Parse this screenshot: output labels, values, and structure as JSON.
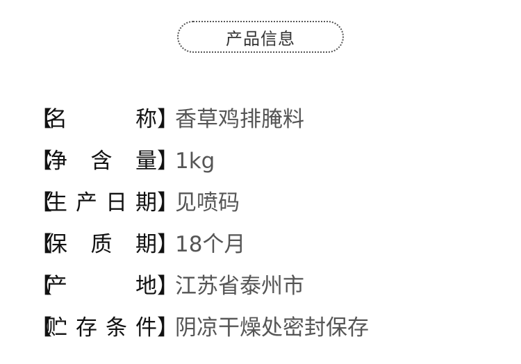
{
  "header": {
    "title": "产品信息"
  },
  "specs": [
    {
      "label_chars": [
        "名",
        "称"
      ],
      "value": "香草鸡排腌料"
    },
    {
      "label_chars": [
        "净",
        "含",
        "量"
      ],
      "value": "1kg"
    },
    {
      "label_chars": [
        "生",
        "产",
        "日",
        "期"
      ],
      "value": "见喷码"
    },
    {
      "label_chars": [
        "保",
        "质",
        "期"
      ],
      "value": "18个月"
    },
    {
      "label_chars": [
        "产",
        "地"
      ],
      "value": "江苏省泰州市"
    },
    {
      "label_chars": [
        "贮",
        "存",
        "条",
        "件"
      ],
      "value": "阴凉干燥处密封保存"
    }
  ],
  "brackets": {
    "open": "【",
    "close": "】"
  }
}
